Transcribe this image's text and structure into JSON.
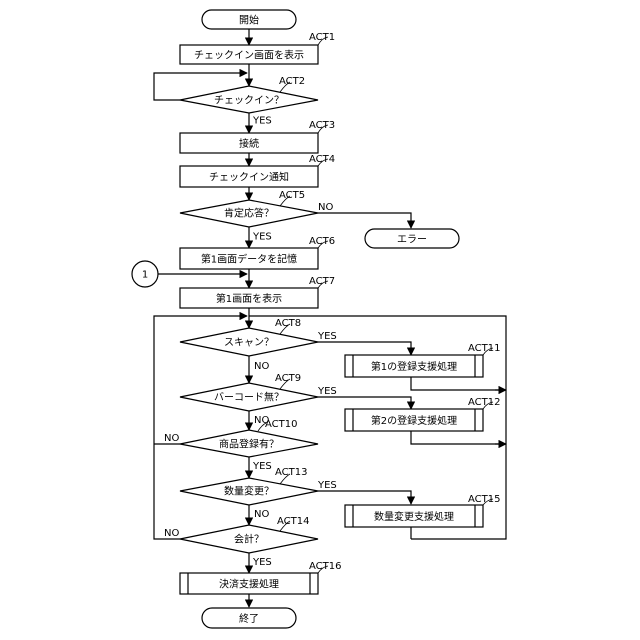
{
  "nodes": {
    "start": {
      "label": "開始"
    },
    "act1": {
      "label": "チェックイン画面を表示",
      "step": "ACT1"
    },
    "act2": {
      "label": "チェックイン？",
      "step": "ACT2"
    },
    "act3": {
      "label": "接続",
      "step": "ACT3"
    },
    "act4": {
      "label": "チェックイン通知",
      "step": "ACT4"
    },
    "act5": {
      "label": "肯定応答？",
      "step": "ACT5"
    },
    "error": {
      "label": "エラー"
    },
    "act6": {
      "label": "第1画面データを記憶",
      "step": "ACT6"
    },
    "connector1": {
      "label": "1"
    },
    "act7": {
      "label": "第1画面を表示",
      "step": "ACT7"
    },
    "act8": {
      "label": "スキャン？",
      "step": "ACT8"
    },
    "act11": {
      "label": "第1の登録支援処理",
      "step": "ACT11"
    },
    "act9": {
      "label": "バーコード無？",
      "step": "ACT9"
    },
    "act12": {
      "label": "第2の登録支援処理",
      "step": "ACT12"
    },
    "act10": {
      "label": "商品登録有？",
      "step": "ACT10"
    },
    "act13": {
      "label": "数量変更？",
      "step": "ACT13"
    },
    "act15": {
      "label": "数量変更支援処理",
      "step": "ACT15"
    },
    "act14": {
      "label": "会計？",
      "step": "ACT14"
    },
    "act16": {
      "label": "決済支援処理",
      "step": "ACT16"
    },
    "end": {
      "label": "終了"
    }
  },
  "edge_labels": {
    "act2_yes": "YES",
    "act5_no": "NO",
    "act5_yes": "YES",
    "act8_yes": "YES",
    "act8_no": "NO",
    "act9_yes": "YES",
    "act9_no": "NO",
    "act10_no": "NO",
    "act10_yes": "YES",
    "act13_yes": "YES",
    "act13_no": "NO",
    "act14_no": "NO",
    "act14_yes": "YES"
  }
}
